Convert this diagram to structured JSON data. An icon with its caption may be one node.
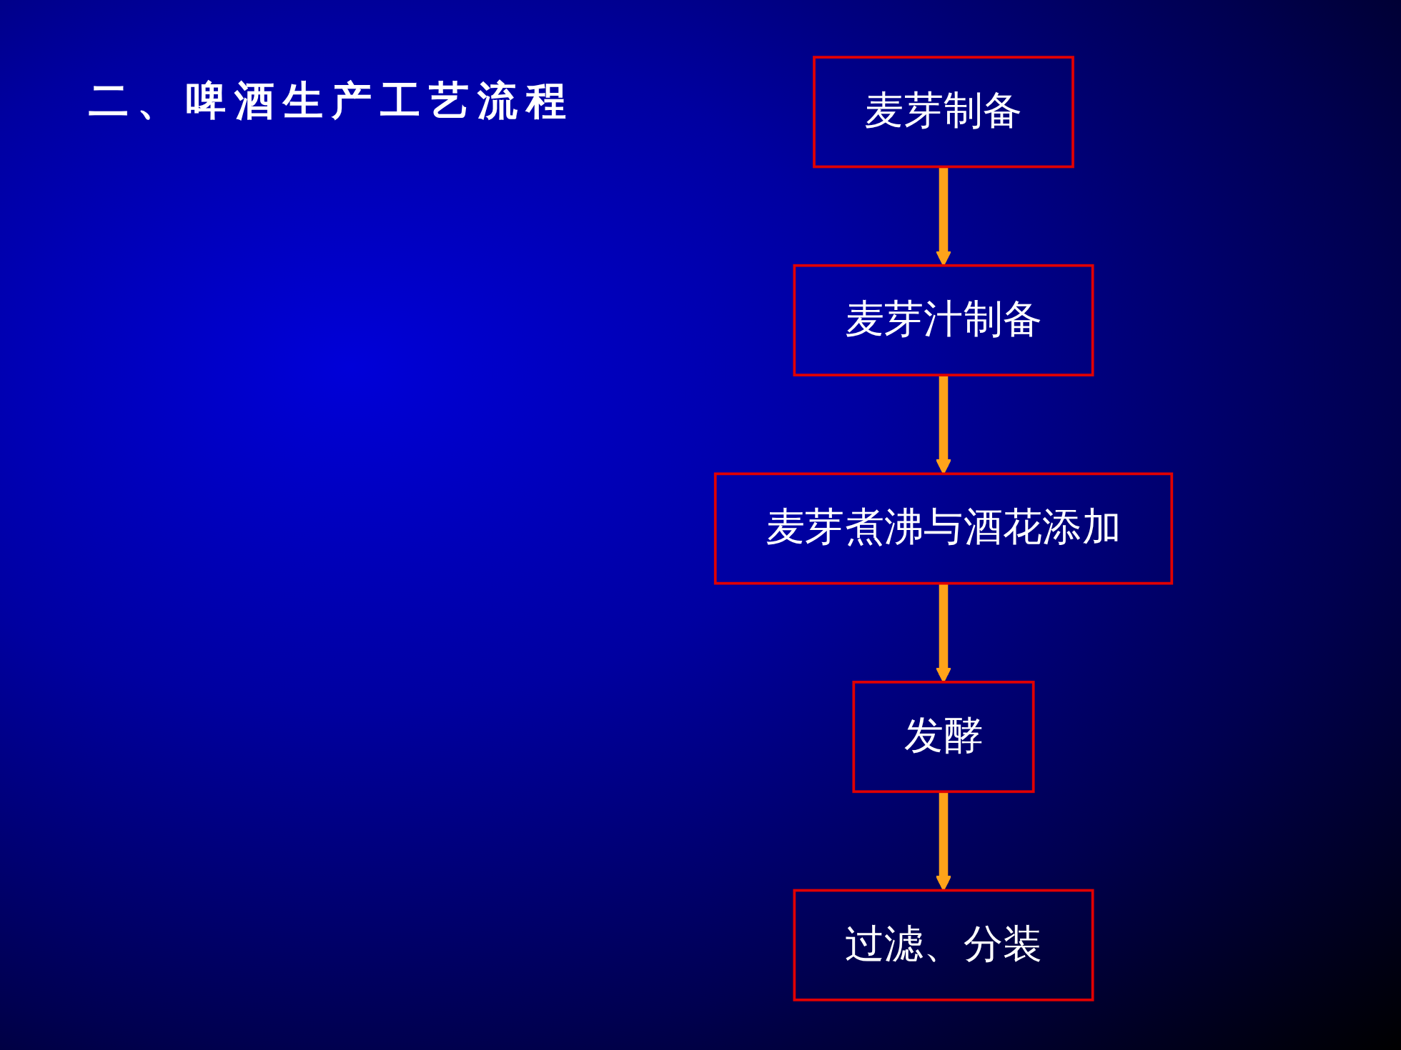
{
  "diagram": {
    "title": "二、啤酒生产工艺流程",
    "nodes": [
      {
        "text": [
          "麦芽制备"
        ]
      },
      {
        "text": [
          "麦芽汁制备"
        ]
      },
      {
        "text": [
          "麦芽煮沸与酒花添加"
        ]
      },
      {
        "text": [
          "发酵"
        ]
      },
      {
        "text": [
          "过滤、分装"
        ]
      }
    ],
    "edges": [
      {
        "from": 0,
        "to": 1,
        "arrow": "to"
      },
      {
        "from": 1,
        "to": 2,
        "arrow": "to"
      },
      {
        "from": 2,
        "to": 3,
        "arrow": "to"
      },
      {
        "from": 3,
        "to": 4,
        "arrow": "to"
      }
    ]
  }
}
